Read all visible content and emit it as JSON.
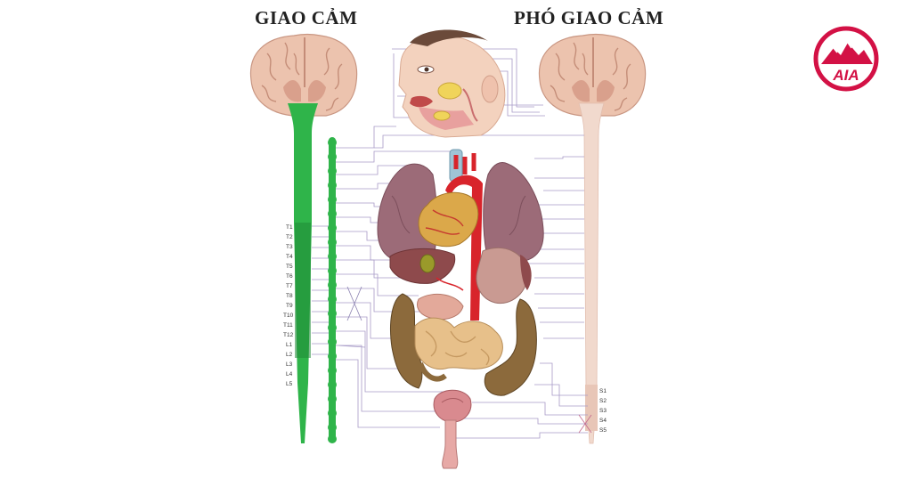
{
  "titles": {
    "sympathetic": "GIAO CẢM",
    "parasympathetic": "PHÓ GIAO CẢM"
  },
  "sympathetic_segments": [
    "T1",
    "T2",
    "T3",
    "T4",
    "T5",
    "T6",
    "T7",
    "T8",
    "T9",
    "T10",
    "T11",
    "T12",
    "L1",
    "L2",
    "L3",
    "L4",
    "L5"
  ],
  "parasympathetic_segments": [
    "S1",
    "S2",
    "S3",
    "S4",
    "S5"
  ],
  "logo": {
    "text": "AIA",
    "color": "#d31145"
  },
  "colors": {
    "sympathetic": "#2fb44a",
    "sympathetic_dark": "#1f8a36",
    "parasympathetic": "#f1d9cd",
    "brain": "#ecc3ae",
    "nerve_line": "#a79ac7"
  }
}
